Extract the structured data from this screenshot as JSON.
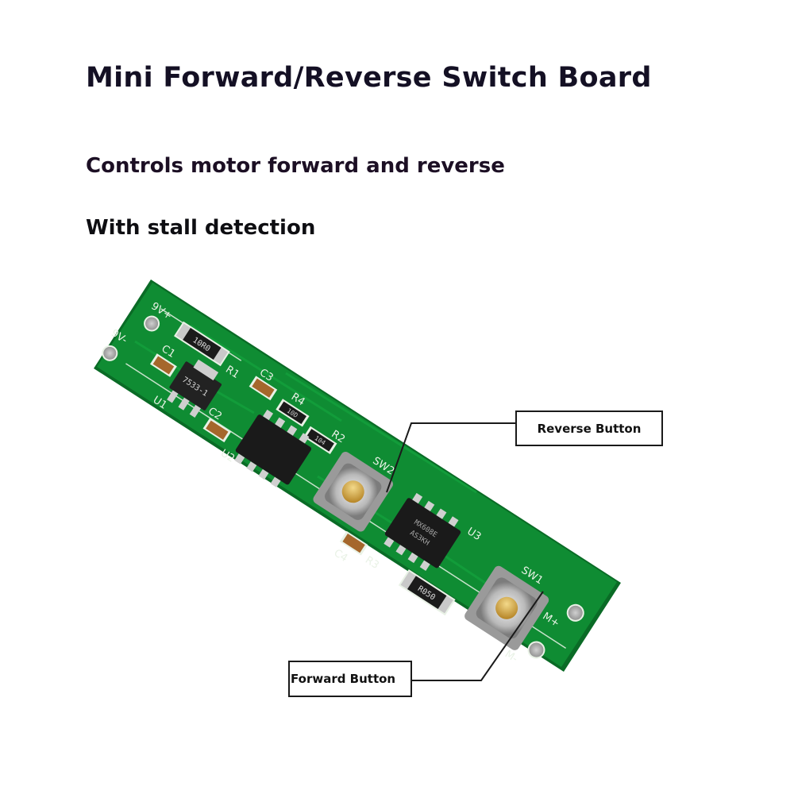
{
  "title": "Mini Forward/Reverse Switch Board",
  "subtitle_1": "Controls motor forward and reverse",
  "subtitle_2": "With stall detection",
  "callouts": {
    "reverse": "Reverse Button",
    "forward": "Forward Button"
  },
  "board": {
    "silkscreen": {
      "v_plus": "9V+",
      "v_minus": "9V-",
      "c1": "C1",
      "r1": "R1",
      "c3": "C3",
      "r4": "R4",
      "c2": "C2",
      "u1": "U1",
      "u2": "U2",
      "r2": "R2",
      "sw2": "SW2",
      "c4": "C4",
      "r3": "R3",
      "u3": "U3",
      "sw1": "SW1",
      "m_plus": "M+",
      "m_minus": "M-"
    },
    "markings": {
      "res1": "10R0",
      "res4": "10D",
      "res2": "104",
      "res3": "R050",
      "reg": "7533-1",
      "driver_1": "MX608E",
      "driver_2": "AS3KH"
    },
    "colors": {
      "pcb": "#0f8c33",
      "pcb_edge": "#0a6b26",
      "silk": "#e9f2e6",
      "button_cap": "#d4a93a"
    }
  }
}
